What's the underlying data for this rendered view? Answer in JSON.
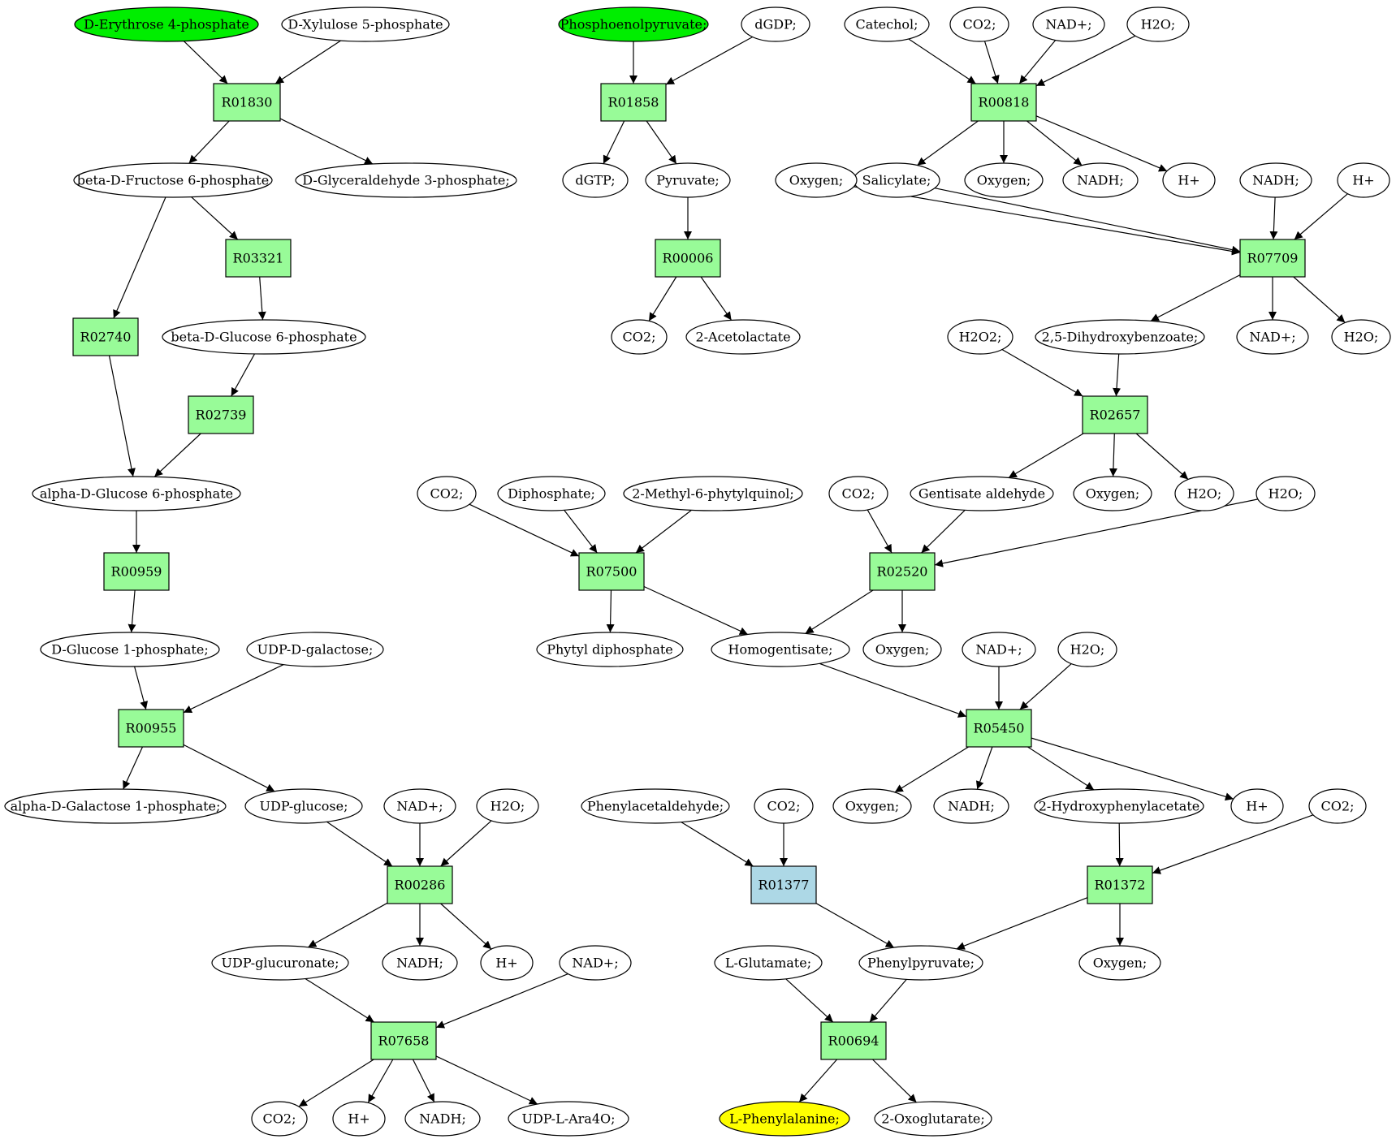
{
  "colors": {
    "reaction": "#98fb98",
    "reaction_highlight": "#add8e6",
    "source": "#00ee00",
    "target": "#ffff00",
    "compound": "#ffffff"
  },
  "compounds": [
    {
      "id": "c1",
      "label": "D-Erythrose 4-phosphate",
      "role": "source"
    },
    {
      "id": "c2",
      "label": "D-Xylulose 5-phosphate"
    },
    {
      "id": "c3",
      "label": "beta-D-Fructose 6-phosphate"
    },
    {
      "id": "c4",
      "label": "D-Glyceraldehyde 3-phosphate;"
    },
    {
      "id": "c5",
      "label": "beta-D-Glucose 6-phosphate"
    },
    {
      "id": "c6",
      "label": "alpha-D-Glucose 6-phosphate"
    },
    {
      "id": "c7",
      "label": "D-Glucose 1-phosphate;"
    },
    {
      "id": "c8",
      "label": "UDP-D-galactose;"
    },
    {
      "id": "c9",
      "label": "alpha-D-Galactose 1-phosphate;"
    },
    {
      "id": "c10",
      "label": "UDP-glucose;"
    },
    {
      "id": "c11",
      "label": "NAD+;"
    },
    {
      "id": "c12",
      "label": "H2O;"
    },
    {
      "id": "c13",
      "label": "UDP-glucuronate;"
    },
    {
      "id": "c14",
      "label": "NADH;"
    },
    {
      "id": "c15",
      "label": "H+"
    },
    {
      "id": "c16",
      "label": "NAD+;"
    },
    {
      "id": "c17",
      "label": "CO2;"
    },
    {
      "id": "c18",
      "label": "H+"
    },
    {
      "id": "c19",
      "label": "NADH;"
    },
    {
      "id": "c20",
      "label": "UDP-L-Ara4O;"
    },
    {
      "id": "c21",
      "label": "Phosphoenolpyruvate;",
      "role": "source"
    },
    {
      "id": "c22",
      "label": "dGDP;"
    },
    {
      "id": "c23",
      "label": "dGTP;"
    },
    {
      "id": "c24",
      "label": "Pyruvate;"
    },
    {
      "id": "c25",
      "label": "CO2;"
    },
    {
      "id": "c26",
      "label": "2-Acetolactate"
    },
    {
      "id": "c27",
      "label": "Catechol;"
    },
    {
      "id": "c28",
      "label": "CO2;"
    },
    {
      "id": "c29",
      "label": "NAD+;"
    },
    {
      "id": "c30",
      "label": "H2O;"
    },
    {
      "id": "c31",
      "label": "Salicylate;"
    },
    {
      "id": "c32",
      "label": "Oxygen;"
    },
    {
      "id": "c33",
      "label": "NADH;"
    },
    {
      "id": "c34",
      "label": "H+"
    },
    {
      "id": "c35",
      "label": "Oxygen;"
    },
    {
      "id": "c36",
      "label": "NADH;"
    },
    {
      "id": "c37",
      "label": "H+"
    },
    {
      "id": "c38",
      "label": "2,5-Dihydroxybenzoate;"
    },
    {
      "id": "c39",
      "label": "NAD+;"
    },
    {
      "id": "c40",
      "label": "H2O;"
    },
    {
      "id": "c41",
      "label": "H2O2;"
    },
    {
      "id": "c42",
      "label": "Gentisate aldehyde"
    },
    {
      "id": "c43",
      "label": "Oxygen;"
    },
    {
      "id": "c44",
      "label": "H2O;"
    },
    {
      "id": "c45",
      "label": "H2O;"
    },
    {
      "id": "c46",
      "label": "CO2;"
    },
    {
      "id": "c47",
      "label": "CO2;"
    },
    {
      "id": "c48",
      "label": "Diphosphate;"
    },
    {
      "id": "c49",
      "label": "2-Methyl-6-phytylquinol;"
    },
    {
      "id": "c50",
      "label": "Phytyl diphosphate"
    },
    {
      "id": "c51",
      "label": "Homogentisate;"
    },
    {
      "id": "c52",
      "label": "Oxygen;"
    },
    {
      "id": "c53",
      "label": "NAD+;"
    },
    {
      "id": "c54",
      "label": "H2O;"
    },
    {
      "id": "c55",
      "label": "Oxygen;"
    },
    {
      "id": "c56",
      "label": "NADH;"
    },
    {
      "id": "c57",
      "label": "2-Hydroxyphenylacetate"
    },
    {
      "id": "c58",
      "label": "H+"
    },
    {
      "id": "c59",
      "label": "CO2;"
    },
    {
      "id": "c60",
      "label": "Phenylacetaldehyde;"
    },
    {
      "id": "c61",
      "label": "CO2;"
    },
    {
      "id": "c62",
      "label": "Oxygen;"
    },
    {
      "id": "c63",
      "label": "L-Glutamate;"
    },
    {
      "id": "c64",
      "label": "Phenylpyruvate;"
    },
    {
      "id": "c65",
      "label": "L-Phenylalanine;",
      "role": "target"
    },
    {
      "id": "c66",
      "label": "2-Oxoglutarate;"
    }
  ],
  "reactions": [
    {
      "id": "r1",
      "label": "R01830"
    },
    {
      "id": "r2",
      "label": "R03321"
    },
    {
      "id": "r3",
      "label": "R02740"
    },
    {
      "id": "r4",
      "label": "R02739"
    },
    {
      "id": "r5",
      "label": "R00959"
    },
    {
      "id": "r6",
      "label": "R00955"
    },
    {
      "id": "r7",
      "label": "R00286"
    },
    {
      "id": "r8",
      "label": "R07658"
    },
    {
      "id": "r9",
      "label": "R01858"
    },
    {
      "id": "r10",
      "label": "R00006"
    },
    {
      "id": "r11",
      "label": "R00818"
    },
    {
      "id": "r12",
      "label": "R07709"
    },
    {
      "id": "r13",
      "label": "R02657"
    },
    {
      "id": "r14",
      "label": "R07500"
    },
    {
      "id": "r15",
      "label": "R02520"
    },
    {
      "id": "r16",
      "label": "R05450"
    },
    {
      "id": "r17",
      "label": "R01377",
      "role": "highlight"
    },
    {
      "id": "r18",
      "label": "R01372"
    },
    {
      "id": "r19",
      "label": "R00694"
    }
  ],
  "edges": [
    [
      "c1",
      "r1"
    ],
    [
      "c2",
      "r1"
    ],
    [
      "r1",
      "c3"
    ],
    [
      "r1",
      "c4"
    ],
    [
      "c3",
      "r2"
    ],
    [
      "c3",
      "r3"
    ],
    [
      "r2",
      "c5"
    ],
    [
      "c5",
      "r4"
    ],
    [
      "r3",
      "c6"
    ],
    [
      "r4",
      "c6"
    ],
    [
      "c6",
      "r5"
    ],
    [
      "r5",
      "c7"
    ],
    [
      "c7",
      "r6"
    ],
    [
      "c8",
      "r6"
    ],
    [
      "r6",
      "c9"
    ],
    [
      "r6",
      "c10"
    ],
    [
      "c10",
      "r7"
    ],
    [
      "c11",
      "r7"
    ],
    [
      "c12",
      "r7"
    ],
    [
      "r7",
      "c13"
    ],
    [
      "r7",
      "c14"
    ],
    [
      "r7",
      "c15"
    ],
    [
      "c13",
      "r8"
    ],
    [
      "c16",
      "r8"
    ],
    [
      "r8",
      "c17"
    ],
    [
      "r8",
      "c18"
    ],
    [
      "r8",
      "c19"
    ],
    [
      "r8",
      "c20"
    ],
    [
      "c21",
      "r9"
    ],
    [
      "c22",
      "r9"
    ],
    [
      "r9",
      "c23"
    ],
    [
      "r9",
      "c24"
    ],
    [
      "c24",
      "r10"
    ],
    [
      "r10",
      "c25"
    ],
    [
      "r10",
      "c26"
    ],
    [
      "c27",
      "r11"
    ],
    [
      "c28",
      "r11"
    ],
    [
      "c29",
      "r11"
    ],
    [
      "c30",
      "r11"
    ],
    [
      "r11",
      "c31"
    ],
    [
      "r11",
      "c32"
    ],
    [
      "r11",
      "c33"
    ],
    [
      "r11",
      "c34"
    ],
    [
      "c35",
      "r12"
    ],
    [
      "c31",
      "r12"
    ],
    [
      "c36",
      "r12"
    ],
    [
      "c37",
      "r12"
    ],
    [
      "r12",
      "c38"
    ],
    [
      "r12",
      "c39"
    ],
    [
      "r12",
      "c40"
    ],
    [
      "c41",
      "r13"
    ],
    [
      "c38",
      "r13"
    ],
    [
      "r13",
      "c42"
    ],
    [
      "r13",
      "c43"
    ],
    [
      "r13",
      "c44"
    ],
    [
      "c47",
      "r14"
    ],
    [
      "c48",
      "r14"
    ],
    [
      "c49",
      "r14"
    ],
    [
      "r14",
      "c50"
    ],
    [
      "r14",
      "c51"
    ],
    [
      "c46",
      "r15"
    ],
    [
      "c42",
      "r15"
    ],
    [
      "c45",
      "r15"
    ],
    [
      "r15",
      "c51"
    ],
    [
      "r15",
      "c52"
    ],
    [
      "c51",
      "r16"
    ],
    [
      "c53",
      "r16"
    ],
    [
      "c54",
      "r16"
    ],
    [
      "r16",
      "c55"
    ],
    [
      "r16",
      "c56"
    ],
    [
      "r16",
      "c57"
    ],
    [
      "r16",
      "c58"
    ],
    [
      "c60",
      "r17"
    ],
    [
      "c61",
      "r17"
    ],
    [
      "r17",
      "c64"
    ],
    [
      "c57",
      "r18"
    ],
    [
      "c59",
      "r18"
    ],
    [
      "r18",
      "c64"
    ],
    [
      "r18",
      "c62"
    ],
    [
      "c63",
      "r19"
    ],
    [
      "c64",
      "r19"
    ],
    [
      "r19",
      "c65"
    ],
    [
      "r19",
      "c66"
    ]
  ]
}
